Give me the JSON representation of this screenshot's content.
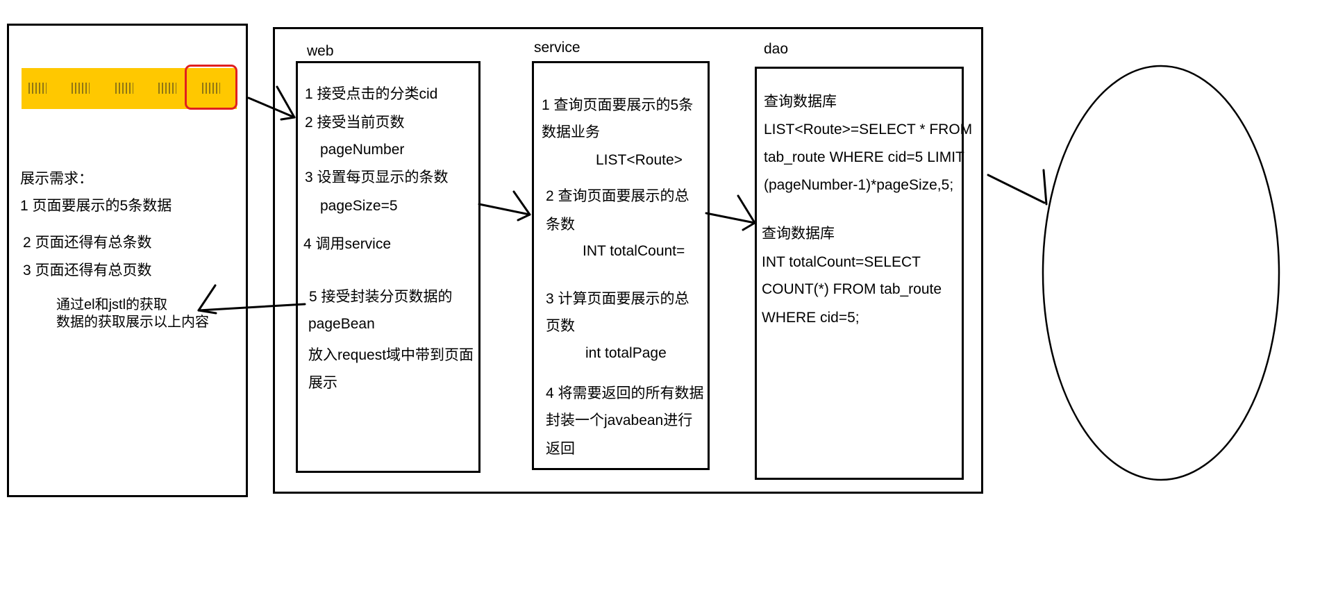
{
  "colors": {
    "nav_bar": "#FFC800",
    "nav_selected_border": "#E02020",
    "stroke": "#000000"
  },
  "left_panel": {
    "requirements_title": "展示需求：",
    "requirements": [
      "1 页面要展示的5条数据",
      "2 页面还得有总条数",
      "3 页面还得有总页数"
    ],
    "note_lines": [
      "通过el和jstl的获取",
      "数据的获取展示以上内容"
    ]
  },
  "layers": {
    "web": {
      "label": "web",
      "lines": [
        "1 接受点击的分类cid",
        "2 接受当前页数",
        "pageNumber",
        "3 设置每页显示的条数",
        "pageSize=5",
        "4 调用service",
        "5 接受封装分页数据的",
        "pageBean",
        "放入request域中带到页面",
        "展示"
      ]
    },
    "service": {
      "label": "service",
      "lines": [
        "1 查询页面要展示的5条",
        "数据业务",
        "LIST<Route>",
        "2 查询页面要展示的总",
        "条数",
        "INT totalCount=",
        "3 计算页面要展示的总",
        "页数",
        "int totalPage",
        "4 将需要返回的所有数据",
        "封装一个javabean进行",
        "返回"
      ]
    },
    "dao": {
      "label": "dao",
      "lines": [
        "查询数据库",
        "LIST<Route>=SELECT * FROM",
        "tab_route WHERE cid=5 LIMIT",
        "(pageNumber-1)*pageSize,5;",
        "查询数据库",
        "INT totalCount=SELECT",
        "COUNT(*) FROM tab_route",
        "WHERE cid=5;"
      ]
    }
  }
}
